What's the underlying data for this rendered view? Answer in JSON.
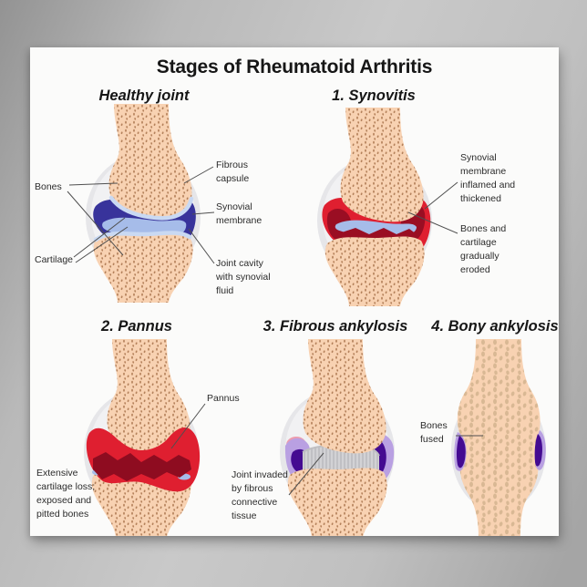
{
  "poster": {
    "title": "Stages of Rheumatoid Arthritis",
    "stages": [
      {
        "key": "healthy",
        "heading": "Healthy joint",
        "labels": [
          {
            "id": "bones",
            "text": "Bones"
          },
          {
            "id": "cartilage",
            "text": "Cartilage"
          },
          {
            "id": "fibrous-capsule",
            "text": "Fibrous\ncapsule"
          },
          {
            "id": "synovial-membrane",
            "text": "Synovial\nmembrane"
          },
          {
            "id": "joint-cavity",
            "text": "Joint cavity\nwith synovial\nfluid"
          }
        ]
      },
      {
        "key": "synovitis",
        "heading": "1. Synovitis",
        "labels": [
          {
            "id": "membrane-inflamed",
            "text": "Synovial\nmembrane\ninflamed and\nthickened"
          },
          {
            "id": "bones-eroded",
            "text": "Bones and\ncartilage\ngradually\neroded"
          }
        ]
      },
      {
        "key": "pannus",
        "heading": "2. Pannus",
        "labels": [
          {
            "id": "pannus",
            "text": "Pannus"
          },
          {
            "id": "cartilage-loss",
            "text": "Extensive\ncartilage loss;\nexposed and\npitted bones"
          }
        ]
      },
      {
        "key": "fibrous-ankylosis",
        "heading": "3. Fibrous ankylosis",
        "labels": [
          {
            "id": "joint-invaded",
            "text": "Joint invaded\nby fibrous\nconnective\ntissue"
          }
        ]
      },
      {
        "key": "bony-ankylosis",
        "heading": "4. Bony ankylosis",
        "labels": [
          {
            "id": "bones-fused",
            "text": "Bones\nfused"
          }
        ]
      }
    ]
  },
  "colors": {
    "bone": "#f8d2b2",
    "bone_speckle": "#b5825c",
    "bone_speckle_big": "#d9b894",
    "capsule_outer": "#e6e6e9",
    "capsule_inner": "#f1f1f3",
    "synovial_membrane": "#38339b",
    "joint_cavity": "#a6bce9",
    "cartilage": "#c9d9f3",
    "inflamed_red": "#df1f30",
    "eroded_dark_red": "#9a0e23",
    "pannus_dark_red": "#8e0c20",
    "fibrous_gray": "#d2d2d5",
    "fibrous_stripe": "#b4b4b8",
    "purple_dark": "#440b91",
    "purple_light": "#b9a0e2",
    "pink": "#ee9cae",
    "poster_bg": "#fbfbfa",
    "text": "#2b2b2b"
  }
}
